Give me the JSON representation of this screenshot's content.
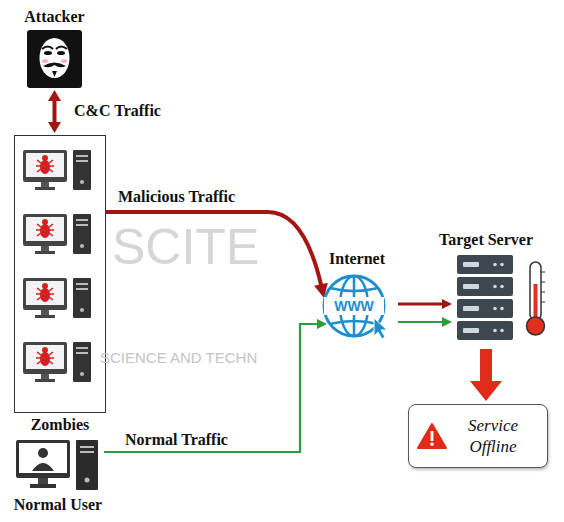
{
  "diagram": {
    "nodes": [
      {
        "text": [
          "Attacker"
        ]
      },
      {
        "text": [
          "Zombies"
        ]
      },
      {
        "text": [
          "Internet"
        ]
      },
      {
        "text": [
          "Target Server"
        ]
      },
      {
        "text": [
          "Service Offline"
        ]
      },
      {
        "text": [
          "Normal User"
        ]
      }
    ],
    "edges": [
      {
        "from": 0,
        "to": 1,
        "arrow": "both",
        "label": "C&C Traffic"
      },
      {
        "from": 1,
        "to": 2,
        "arrow": "to",
        "label": "Malicious Traffic"
      },
      {
        "from": 5,
        "to": 2,
        "arrow": "to",
        "label": "Normal Traffic"
      },
      {
        "from": 2,
        "to": 3,
        "arrow": "to"
      },
      {
        "from": 2,
        "to": 3,
        "arrow": "to"
      },
      {
        "from": 3,
        "to": 4,
        "arrow": "to"
      }
    ],
    "labels": [
      "SCITE",
      "SCIENCE AND TECHN",
      "WWW"
    ]
  }
}
